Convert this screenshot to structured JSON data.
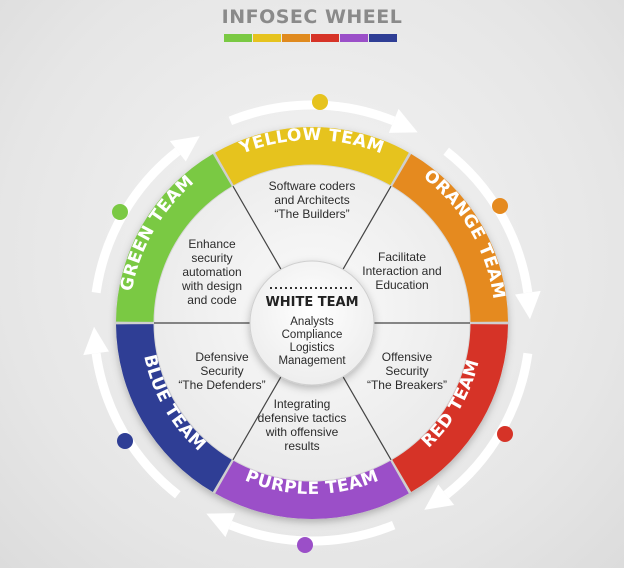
{
  "title": "INFOSEC WHEEL",
  "title_colors": [
    "#7ac943",
    "#e6c31e",
    "#e08a1e",
    "#d63327",
    "#9b4fc8",
    "#2f3e95"
  ],
  "teams": [
    {
      "id": "yellow",
      "label": "YELLOW TEAM",
      "color": "#e6c31e",
      "lines": [
        "Software coders",
        "and Architects",
        "“The Builders”"
      ]
    },
    {
      "id": "orange",
      "label": "ORANGE TEAM",
      "color": "#e58a1f",
      "lines": [
        "Facilitate",
        "Interaction and",
        "Education"
      ]
    },
    {
      "id": "red",
      "label": "RED TEAM",
      "color": "#d63327",
      "lines": [
        "Offensive",
        "Security",
        "“The Breakers”"
      ]
    },
    {
      "id": "purple",
      "label": "PURPLE TEAM",
      "color": "#9b4fc8",
      "lines": [
        "Integrating",
        "defensive tactics",
        "with offensive",
        "results"
      ]
    },
    {
      "id": "blue",
      "label": "BLUE TEAM",
      "color": "#2f3e95",
      "lines": [
        "Defensive",
        "Security",
        "“The Defenders”"
      ]
    },
    {
      "id": "green",
      "label": "GREEN TEAM",
      "color": "#7ac943",
      "lines": [
        "Enhance",
        "security",
        "automation",
        "with design",
        "and code"
      ]
    }
  ],
  "white_team": {
    "label": "WHITE TEAM",
    "lines": [
      "Analysts",
      "Compliance",
      "Logistics",
      "Management"
    ]
  }
}
